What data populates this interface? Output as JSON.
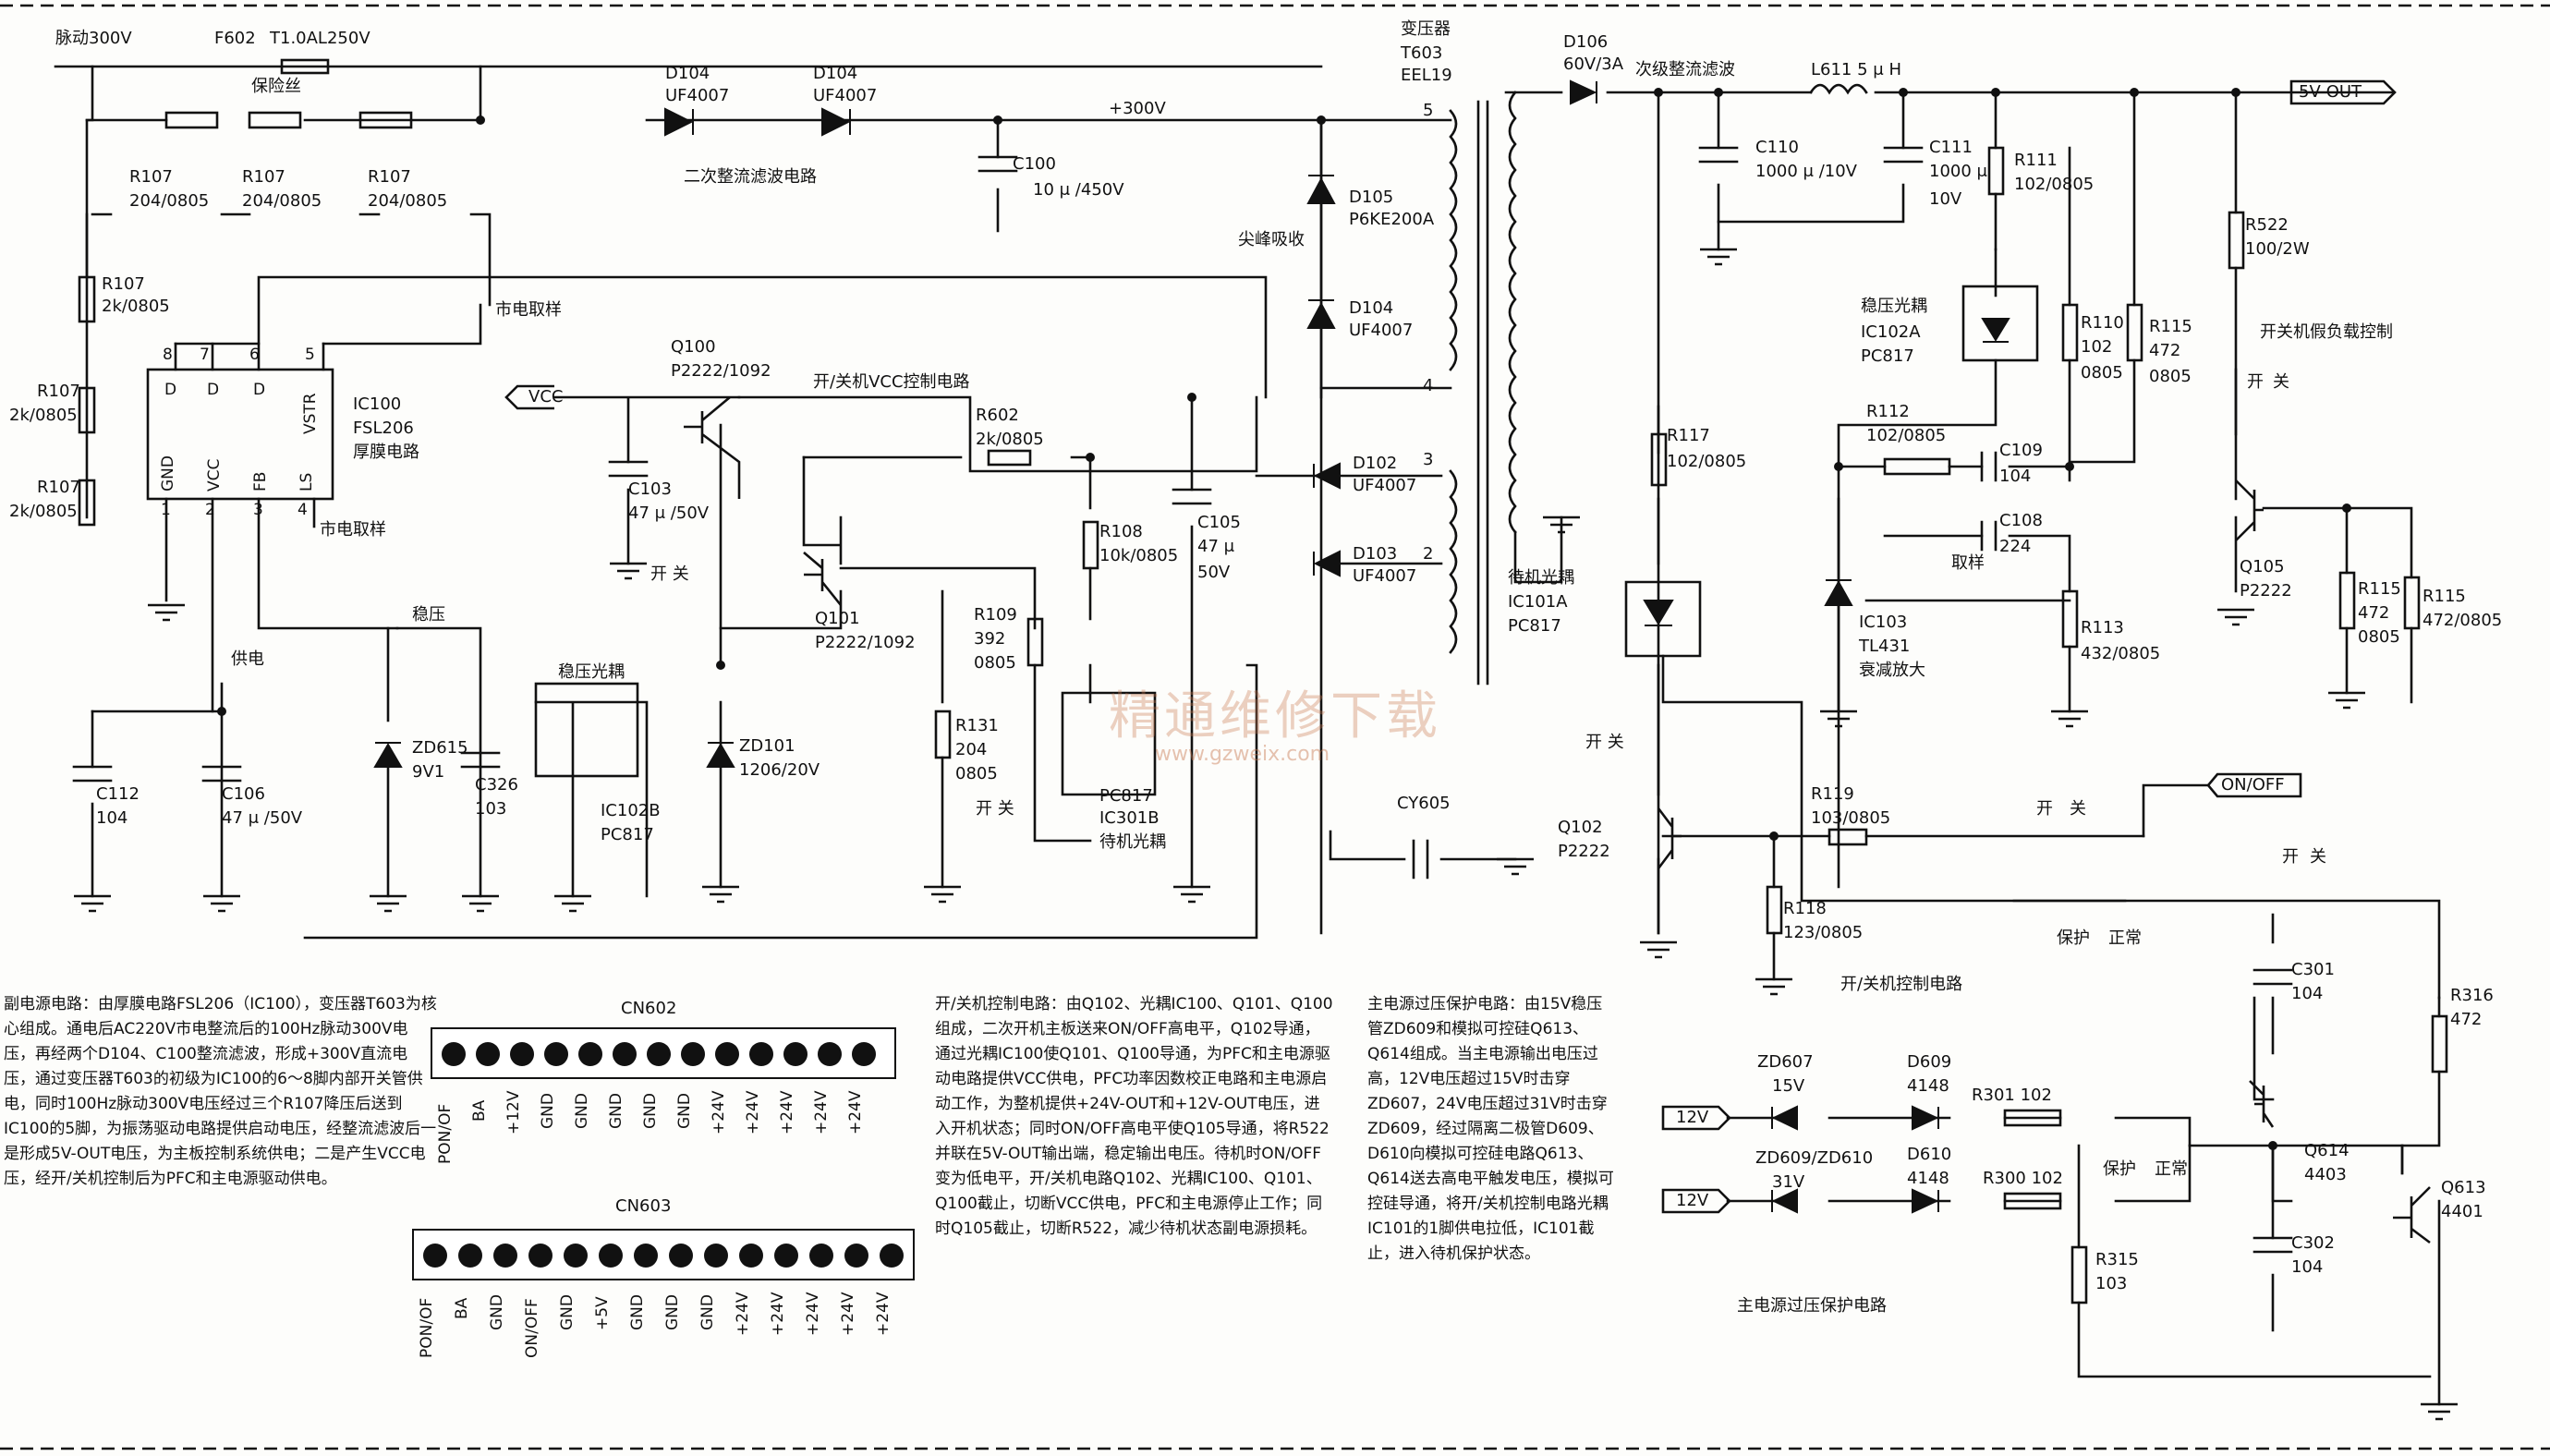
{
  "top": {
    "input": "脉动300V",
    "fuse_ref": "F602",
    "fuse_value": "T1.0AL250V",
    "fuse_name": "保险丝",
    "d104a_ref": "D104",
    "d104a_val": "UF4007",
    "d104b_ref": "D104",
    "d104b_val": "UF4007",
    "secondary_rect": "二次整流滤波电路",
    "v300": "+300V",
    "c100_ref": "C100",
    "c100_val": "10 μ /450V",
    "transformer": "变压器",
    "t603": "T603",
    "eel19": "EEL19",
    "d105_ref": "D105",
    "d105_val": "P6KE200A",
    "snubber": "尖峰吸收",
    "d104c_ref": "D104",
    "d104c_val": "UF4007",
    "d106_ref": "D106",
    "d106_val": "60V/3A",
    "sec_filter": "次级整流滤波",
    "l611": "L611  5 μ H",
    "vout": "5V-OUT",
    "c110_ref": "C110",
    "c110_val": "1000 μ /10V",
    "c111_ref": "C111",
    "c111_val1": "1000 μ",
    "c111_val2": "10V",
    "r111_ref": "R111",
    "r111_val": "102/0805",
    "r522_ref": "R522",
    "r522_val": "100/2W",
    "pins": [
      "5",
      "4",
      "3",
      "2"
    ]
  },
  "left": {
    "r107_1": [
      "R107",
      "204/0805"
    ],
    "r107_2": [
      "R107",
      "204/0805"
    ],
    "r107_3": [
      "R107",
      "204/0805"
    ],
    "r107_4": [
      "R107",
      "2k/0805"
    ],
    "r107_5": [
      "R107",
      "2k/0805"
    ],
    "r107_6": [
      "R107",
      "2k/0805"
    ],
    "mains_sample": "市电取样",
    "mains_sample2": "市电取样",
    "ic_ref": "IC100",
    "ic_part": "FSL206",
    "ic_desc": "厚膜电路",
    "ic_top_pins": [
      "8",
      "7",
      "6",
      "5"
    ],
    "ic_bot_pins": [
      "1",
      "2",
      "3",
      "4"
    ],
    "ic_top_names": [
      "D",
      "D",
      "D",
      "VSTR"
    ],
    "ic_bot_names": [
      "GND",
      "VCC",
      "FB",
      "LS"
    ],
    "stab": "稳压",
    "supply": "供电",
    "zd615_ref": "ZD615",
    "zd615_val": "9V1",
    "c326_ref": "C326",
    "c326_val": "103",
    "c112_ref": "C112",
    "c112_val": "104",
    "c106_ref": "C106",
    "c106_val": "47 μ /50V",
    "oc_name": "稳压光耦",
    "ic102b": "IC102B",
    "pc817a": "PC817"
  },
  "mid": {
    "vcc": "VCC",
    "q100_ref": "Q100",
    "q100_val": "P2222/1092",
    "vcc_ctrl": "开/关机VCC控制电路",
    "c103_ref": "C103",
    "c103_val": "47 μ /50V",
    "switch1": "开 关",
    "r602_ref": "R602",
    "r602_val": "2k/0805",
    "q101_ref": "Q101",
    "q101_val": "P2222/1092",
    "r108_ref": "R108",
    "r108_val": "10k/0805",
    "c105_ref": "C105",
    "c105_val1": "47 μ",
    "c105_val2": "50V",
    "r109_ref": "R109",
    "r109_val1": "392",
    "r109_val2": "0805",
    "r131_ref": "R131",
    "r131_val1": "204",
    "r131_val2": "0805",
    "zd101_ref": "ZD101",
    "zd101_val": "1206/20V",
    "switch2": "开 关",
    "pc817b": "PC817",
    "ic301b": "IC301B",
    "standby_oc": "待机光耦",
    "d102_ref": "D102",
    "d102_val": "UF4007",
    "d103_ref": "D103",
    "d103_val": "UF4007",
    "cy605": "CY605"
  },
  "right": {
    "stab_oc": "稳压光耦",
    "ic102a": "IC102A",
    "pc817c": "PC817",
    "r110_ref": "R110",
    "r110_val1": "102",
    "r110_val2": "0805",
    "r115a_ref": "R115",
    "r115a_val1": "472",
    "r115a_val2": "0805",
    "r112_ref": "R112",
    "r112_val": "102/0805",
    "c109_ref": "C109",
    "c109_val": "104",
    "c108_ref": "C108",
    "c108_val": "224",
    "sample": "取样",
    "ic103_ref": "IC103",
    "ic103_part": "TL431",
    "ic103_desc": "衰减放大",
    "r113_ref": "R113",
    "r113_val": "432/0805",
    "r117_ref": "R117",
    "r117_val": "102/0805",
    "standby_oc": "待机光耦",
    "ic101a": "IC101A",
    "pc817d": "PC817",
    "switch3": "开 关",
    "q102_ref": "Q102",
    "q102_val": "P2222",
    "r119_ref": "R119",
    "r119_val": "103/0805",
    "r118_ref": "R118",
    "r118_val": "123/0805",
    "onoff_ctrl": "开/关机控制电路",
    "on_off": "ON/OFF",
    "kai_guan1": "开",
    "kai_guan2": "关",
    "kai_guan3": "开",
    "kai_guan4": "关",
    "kai_guan5": "开",
    "kai_guan6": "关",
    "dummy_load": "开关机假负载控制",
    "q105_ref": "Q105",
    "q105_val": "P2222",
    "r115b_ref": "R115",
    "r115b_val1": "472",
    "r115b_val2": "0805",
    "r115c_ref": "R115",
    "r115c_val": "472/0805",
    "protect1": "保护",
    "normal1": "正常",
    "c301_ref": "C301",
    "c301_val": "104",
    "r316_ref": "R316",
    "r316_val": "472",
    "v12a": "12V",
    "v12b": "12V",
    "zd607_ref": "ZD607",
    "zd607_val": "15V",
    "d609_ref": "D609",
    "d609_val": "4148",
    "r301": "R301  102",
    "zd609_ref": "ZD609/ZD610",
    "zd609_val": "31V",
    "d610_ref": "D610",
    "d610_val": "4148",
    "r300": "R300  102",
    "protect2": "保护",
    "normal2": "正常",
    "q614_ref": "Q614",
    "q614_val": "4403",
    "q613_ref": "Q613",
    "q613_val": "4401",
    "c302_ref": "C302",
    "c302_val": "104",
    "r315_ref": "R315",
    "r315_val": "103",
    "ovp_title": "主电源过压保护电路"
  },
  "bottom": {
    "desc1": "副电源电路：由厚膜电路FSL206（IC100），变压器T603为核心组成。通电后AC220V市电整流后的100Hz脉动300V电压，再经两个D104、C100整流滤波，形成+300V直流电压，通过变压器T603的初级为IC100的6～8脚内部开关管供电，同时100Hz脉动300V电压经过三个R107降压后送到IC100的5脚，为振荡驱动电路提供启动电压，经整流滤波后一是形成5V-OUT电压，为主板控制系统供电；二是产生VCC电压，经开/关机控制后为PFC和主电源驱动供电。",
    "cn602": "CN602",
    "cn602_pins": [
      "PON/OF",
      "BA",
      "+12V",
      "GND",
      "GND",
      "GND",
      "GND",
      "GND",
      "+24V",
      "+24V",
      "+24V",
      "+24V",
      "+24V"
    ],
    "cn603": "CN603",
    "cn603_pins": [
      "PON/OF",
      "BA",
      "GND",
      "ON/OFF",
      "GND",
      "+5V",
      "GND",
      "GND",
      "GND",
      "+24V",
      "+24V",
      "+24V",
      "+24V",
      "+24V"
    ],
    "desc2": "开/关机控制电路：由Q102、光耦IC100、Q101、Q100组成，二次开机主板送来ON/OFF高电平，Q102导通，通过光耦IC100使Q101、Q100导通，为PFC和主电源驱动电路提供VCC供电，PFC功率因数校正电路和主电源启动工作，为整机提供+24V-OUT和+12V-OUT电压，进入开机状态；同时ON/OFF高电平使Q105导通，将R522并联在5V-OUT输出端，稳定输出电压。待机时ON/OFF变为低电平，开/关机电路Q102、光耦IC100、Q101、Q100截止，切断VCC供电，PFC和主电源停止工作；同时Q105截止，切断R522，减少待机状态副电源损耗。",
    "desc3": "主电源过压保护电路：由15V稳压管ZD609和模拟可控硅Q613、Q614组成。当主电源输出电压过高，12V电压超过15V时击穿ZD607，24V电压超过31V时击穿ZD609，经过隔离二极管D609、D610向模拟可控硅电路Q613、Q614送去高电平触发电压，模拟可控硅导通，将开/关机控制电路光耦IC101的1脚供电拉低，IC101截止，进入待机保护状态。"
  },
  "watermark": {
    "cn": "精通维修下载",
    "url": "www.gzweix.com"
  }
}
